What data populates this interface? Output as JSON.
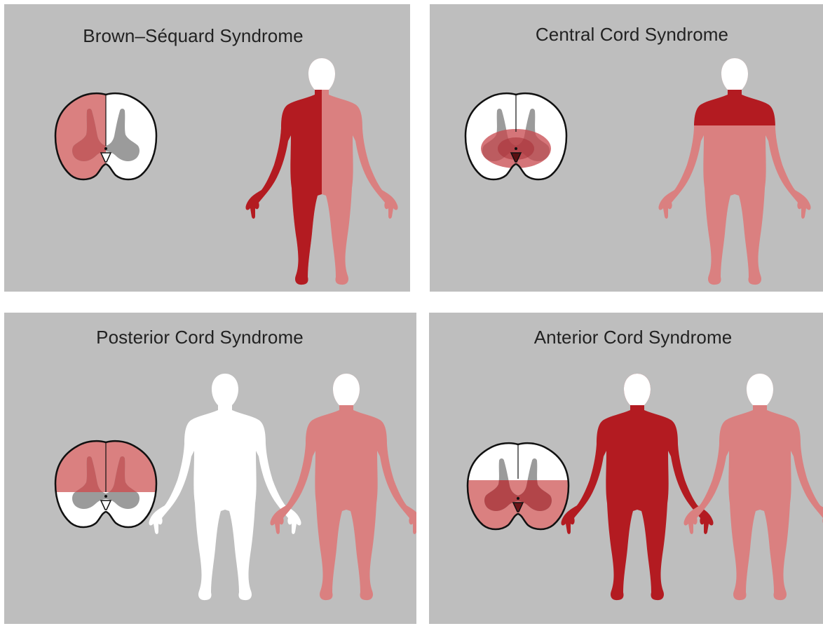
{
  "colors": {
    "panel_bg": "#bebebe",
    "dark_red": "#b31b21",
    "light_red": "#da8080",
    "white": "#ffffff",
    "gray_matter": "#9b9b9b",
    "outline": "#111111"
  },
  "panels": [
    {
      "title": "Brown–Séquard Syndrome"
    },
    {
      "title": "Central Cord Syndrome"
    },
    {
      "title": "Posterior Cord Syndrome"
    },
    {
      "title": "Anterior Cord Syndrome"
    }
  ]
}
